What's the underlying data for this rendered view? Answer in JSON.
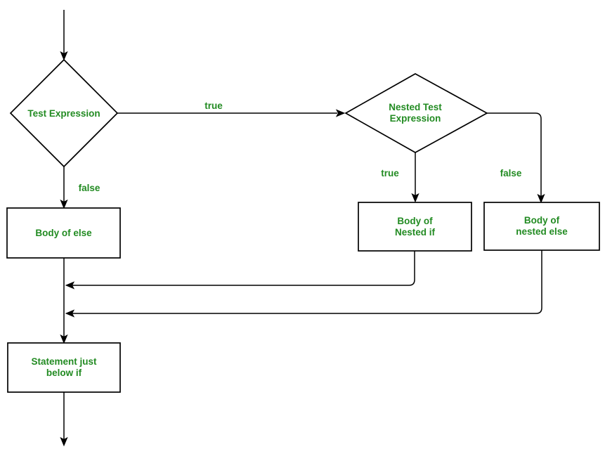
{
  "diagram": {
    "type": "flowchart",
    "colors": {
      "text": "#228B22",
      "line": "#000000",
      "background": "#ffffff"
    },
    "nodes": {
      "test_expression": {
        "label": "Test Expression",
        "shape": "decision"
      },
      "nested_test_expression": {
        "label": "Nested Test Expression",
        "shape": "decision"
      },
      "body_of_else": {
        "label": "Body of else",
        "shape": "process"
      },
      "body_of_nested_if": {
        "label": "Body of Nested if",
        "shape": "process"
      },
      "body_of_nested_else": {
        "label": "Body of nested else",
        "shape": "process"
      },
      "statement_below_if": {
        "label": "Statement just below if",
        "shape": "process"
      }
    },
    "edges": {
      "outer_true_label": "true",
      "outer_false_label": "false",
      "nested_true_label": "true",
      "nested_false_label": "false"
    }
  }
}
